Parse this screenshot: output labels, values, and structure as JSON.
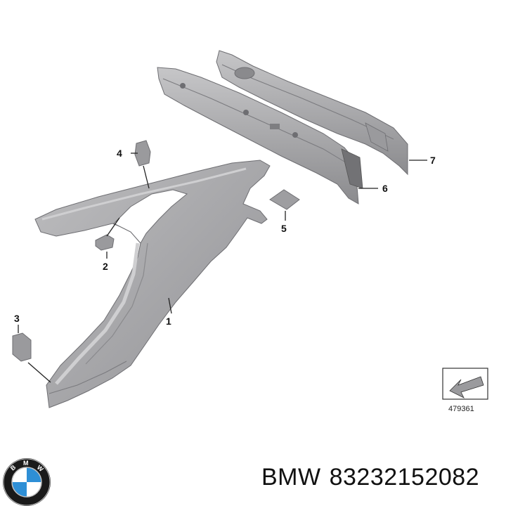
{
  "diagram": {
    "callouts": [
      {
        "id": "callout-1",
        "label": "1"
      },
      {
        "id": "callout-2",
        "label": "2"
      },
      {
        "id": "callout-3",
        "label": "3"
      },
      {
        "id": "callout-4",
        "label": "4"
      },
      {
        "id": "callout-5",
        "label": "5"
      },
      {
        "id": "callout-6",
        "label": "6"
      },
      {
        "id": "callout-7",
        "label": "7"
      }
    ],
    "reference_code": "479361"
  },
  "footer": {
    "brand": "BMW",
    "part_number": "83232152082"
  },
  "colors": {
    "panel_fill": "#a9a9ab",
    "panel_shade": "#8c8c8f",
    "panel_light": "#c4c4c6",
    "bmw_blue": "#2e8fd6"
  }
}
